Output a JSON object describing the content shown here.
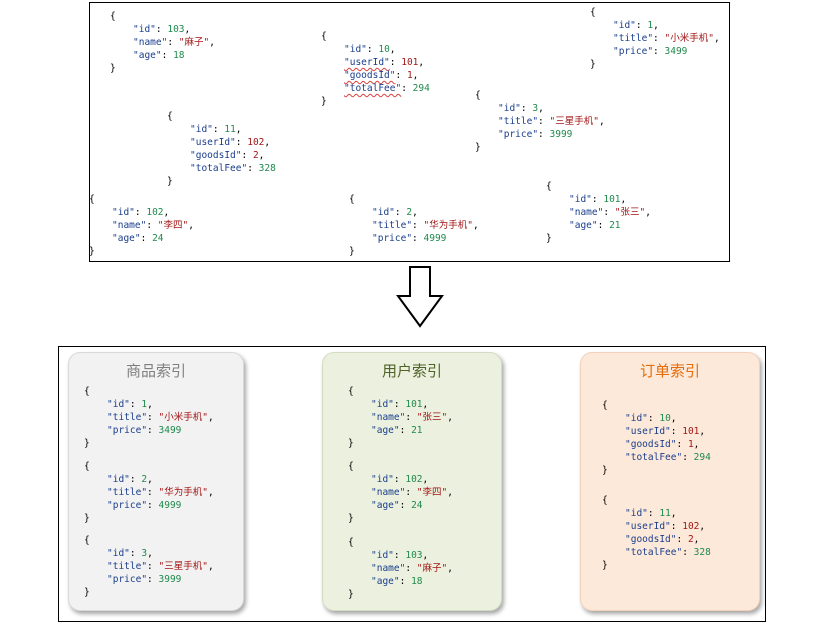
{
  "top_documents": [
    {
      "id": "u103",
      "fields": [
        {
          "key": "\"id\"",
          "value": "103",
          "type": "n"
        },
        {
          "key": "\"name\"",
          "value": "\"麻子\"",
          "type": "s"
        },
        {
          "key": "\"age\"",
          "value": "18",
          "type": "n"
        }
      ]
    },
    {
      "id": "o10",
      "fields": [
        {
          "key": "\"id\"",
          "value": "10",
          "type": "n"
        },
        {
          "key": "\"userId\"",
          "value": "101",
          "type": "s",
          "squiggle": true
        },
        {
          "key": "\"goodsId\"",
          "value": "1",
          "type": "s",
          "squiggle": true
        },
        {
          "key": "\"totalFee\"",
          "value": "294",
          "type": "n",
          "squiggle": true
        }
      ]
    },
    {
      "id": "g1",
      "fields": [
        {
          "key": "\"id\"",
          "value": "1",
          "type": "n"
        },
        {
          "key": "\"title\"",
          "value": "\"小米手机\"",
          "type": "s"
        },
        {
          "key": "\"price\"",
          "value": "3499",
          "type": "n"
        }
      ]
    },
    {
      "id": "g3",
      "fields": [
        {
          "key": "\"id\"",
          "value": "3",
          "type": "n"
        },
        {
          "key": "\"title\"",
          "value": "\"三星手机\"",
          "type": "s"
        },
        {
          "key": "\"price\"",
          "value": "3999",
          "type": "n"
        }
      ]
    },
    {
      "id": "o11",
      "fields": [
        {
          "key": "\"id\"",
          "value": "11",
          "type": "n"
        },
        {
          "key": "\"userId\"",
          "value": "102",
          "type": "s"
        },
        {
          "key": "\"goodsId\"",
          "value": "2",
          "type": "s"
        },
        {
          "key": "\"totalFee\"",
          "value": "328",
          "type": "n"
        }
      ]
    },
    {
      "id": "u102",
      "fields": [
        {
          "key": "\"id\"",
          "value": "102",
          "type": "n"
        },
        {
          "key": "\"name\"",
          "value": "\"李四\"",
          "type": "s"
        },
        {
          "key": "\"age\"",
          "value": "24",
          "type": "n"
        }
      ]
    },
    {
      "id": "g2",
      "fields": [
        {
          "key": "\"id\"",
          "value": "2",
          "type": "n"
        },
        {
          "key": "\"title\"",
          "value": "\"华为手机\"",
          "type": "s"
        },
        {
          "key": "\"price\"",
          "value": "4999",
          "type": "n"
        }
      ]
    },
    {
      "id": "u101",
      "fields": [
        {
          "key": "\"id\"",
          "value": "101",
          "type": "n"
        },
        {
          "key": "\"name\"",
          "value": "\"张三\"",
          "type": "s"
        },
        {
          "key": "\"age\"",
          "value": "21",
          "type": "n"
        }
      ]
    }
  ],
  "panels": [
    {
      "id": "goods",
      "title": "商品索引",
      "documents": [
        {
          "fields": [
            {
              "key": "\"id\"",
              "value": "1",
              "type": "n"
            },
            {
              "key": "\"title\"",
              "value": "\"小米手机\"",
              "type": "s"
            },
            {
              "key": "\"price\"",
              "value": "3499",
              "type": "n"
            }
          ]
        },
        {
          "fields": [
            {
              "key": "\"id\"",
              "value": "2",
              "type": "n"
            },
            {
              "key": "\"title\"",
              "value": "\"华为手机\"",
              "type": "s"
            },
            {
              "key": "\"price\"",
              "value": "4999",
              "type": "n"
            }
          ]
        },
        {
          "fields": [
            {
              "key": "\"id\"",
              "value": "3",
              "type": "n"
            },
            {
              "key": "\"title\"",
              "value": "\"三星手机\"",
              "type": "s"
            },
            {
              "key": "\"price\"",
              "value": "3999",
              "type": "n"
            }
          ]
        }
      ]
    },
    {
      "id": "users",
      "title": "用户索引",
      "documents": [
        {
          "fields": [
            {
              "key": "\"id\"",
              "value": "101",
              "type": "n"
            },
            {
              "key": "\"name\"",
              "value": "\"张三\"",
              "type": "s"
            },
            {
              "key": "\"age\"",
              "value": "21",
              "type": "n"
            }
          ]
        },
        {
          "fields": [
            {
              "key": "\"id\"",
              "value": "102",
              "type": "n"
            },
            {
              "key": "\"name\"",
              "value": "\"李四\"",
              "type": "s"
            },
            {
              "key": "\"age\"",
              "value": "24",
              "type": "n"
            }
          ]
        },
        {
          "fields": [
            {
              "key": "\"id\"",
              "value": "103",
              "type": "n"
            },
            {
              "key": "\"name\"",
              "value": "\"麻子\"",
              "type": "s"
            },
            {
              "key": "\"age\"",
              "value": "18",
              "type": "n"
            }
          ]
        }
      ]
    },
    {
      "id": "orders",
      "title": "订单索引",
      "documents": [
        {
          "fields": [
            {
              "key": "\"id\"",
              "value": "10",
              "type": "n"
            },
            {
              "key": "\"userId\"",
              "value": "101",
              "type": "s"
            },
            {
              "key": "\"goodsId\"",
              "value": "1",
              "type": "s"
            },
            {
              "key": "\"totalFee\"",
              "value": "294",
              "type": "n"
            }
          ]
        },
        {
          "fields": [
            {
              "key": "\"id\"",
              "value": "11",
              "type": "n"
            },
            {
              "key": "\"userId\"",
              "value": "102",
              "type": "s"
            },
            {
              "key": "\"goodsId\"",
              "value": "2",
              "type": "s"
            },
            {
              "key": "\"totalFee\"",
              "value": "328",
              "type": "n"
            }
          ]
        }
      ]
    }
  ],
  "colors": {
    "key": "#1a3e8c",
    "string": "#a31515",
    "number": "#1f8a4c",
    "goods_panel": "#f2f2f2",
    "users_panel": "#ebf1de",
    "orders_panel": "#fde9d9"
  },
  "arrow_icon": "down-arrow-icon"
}
